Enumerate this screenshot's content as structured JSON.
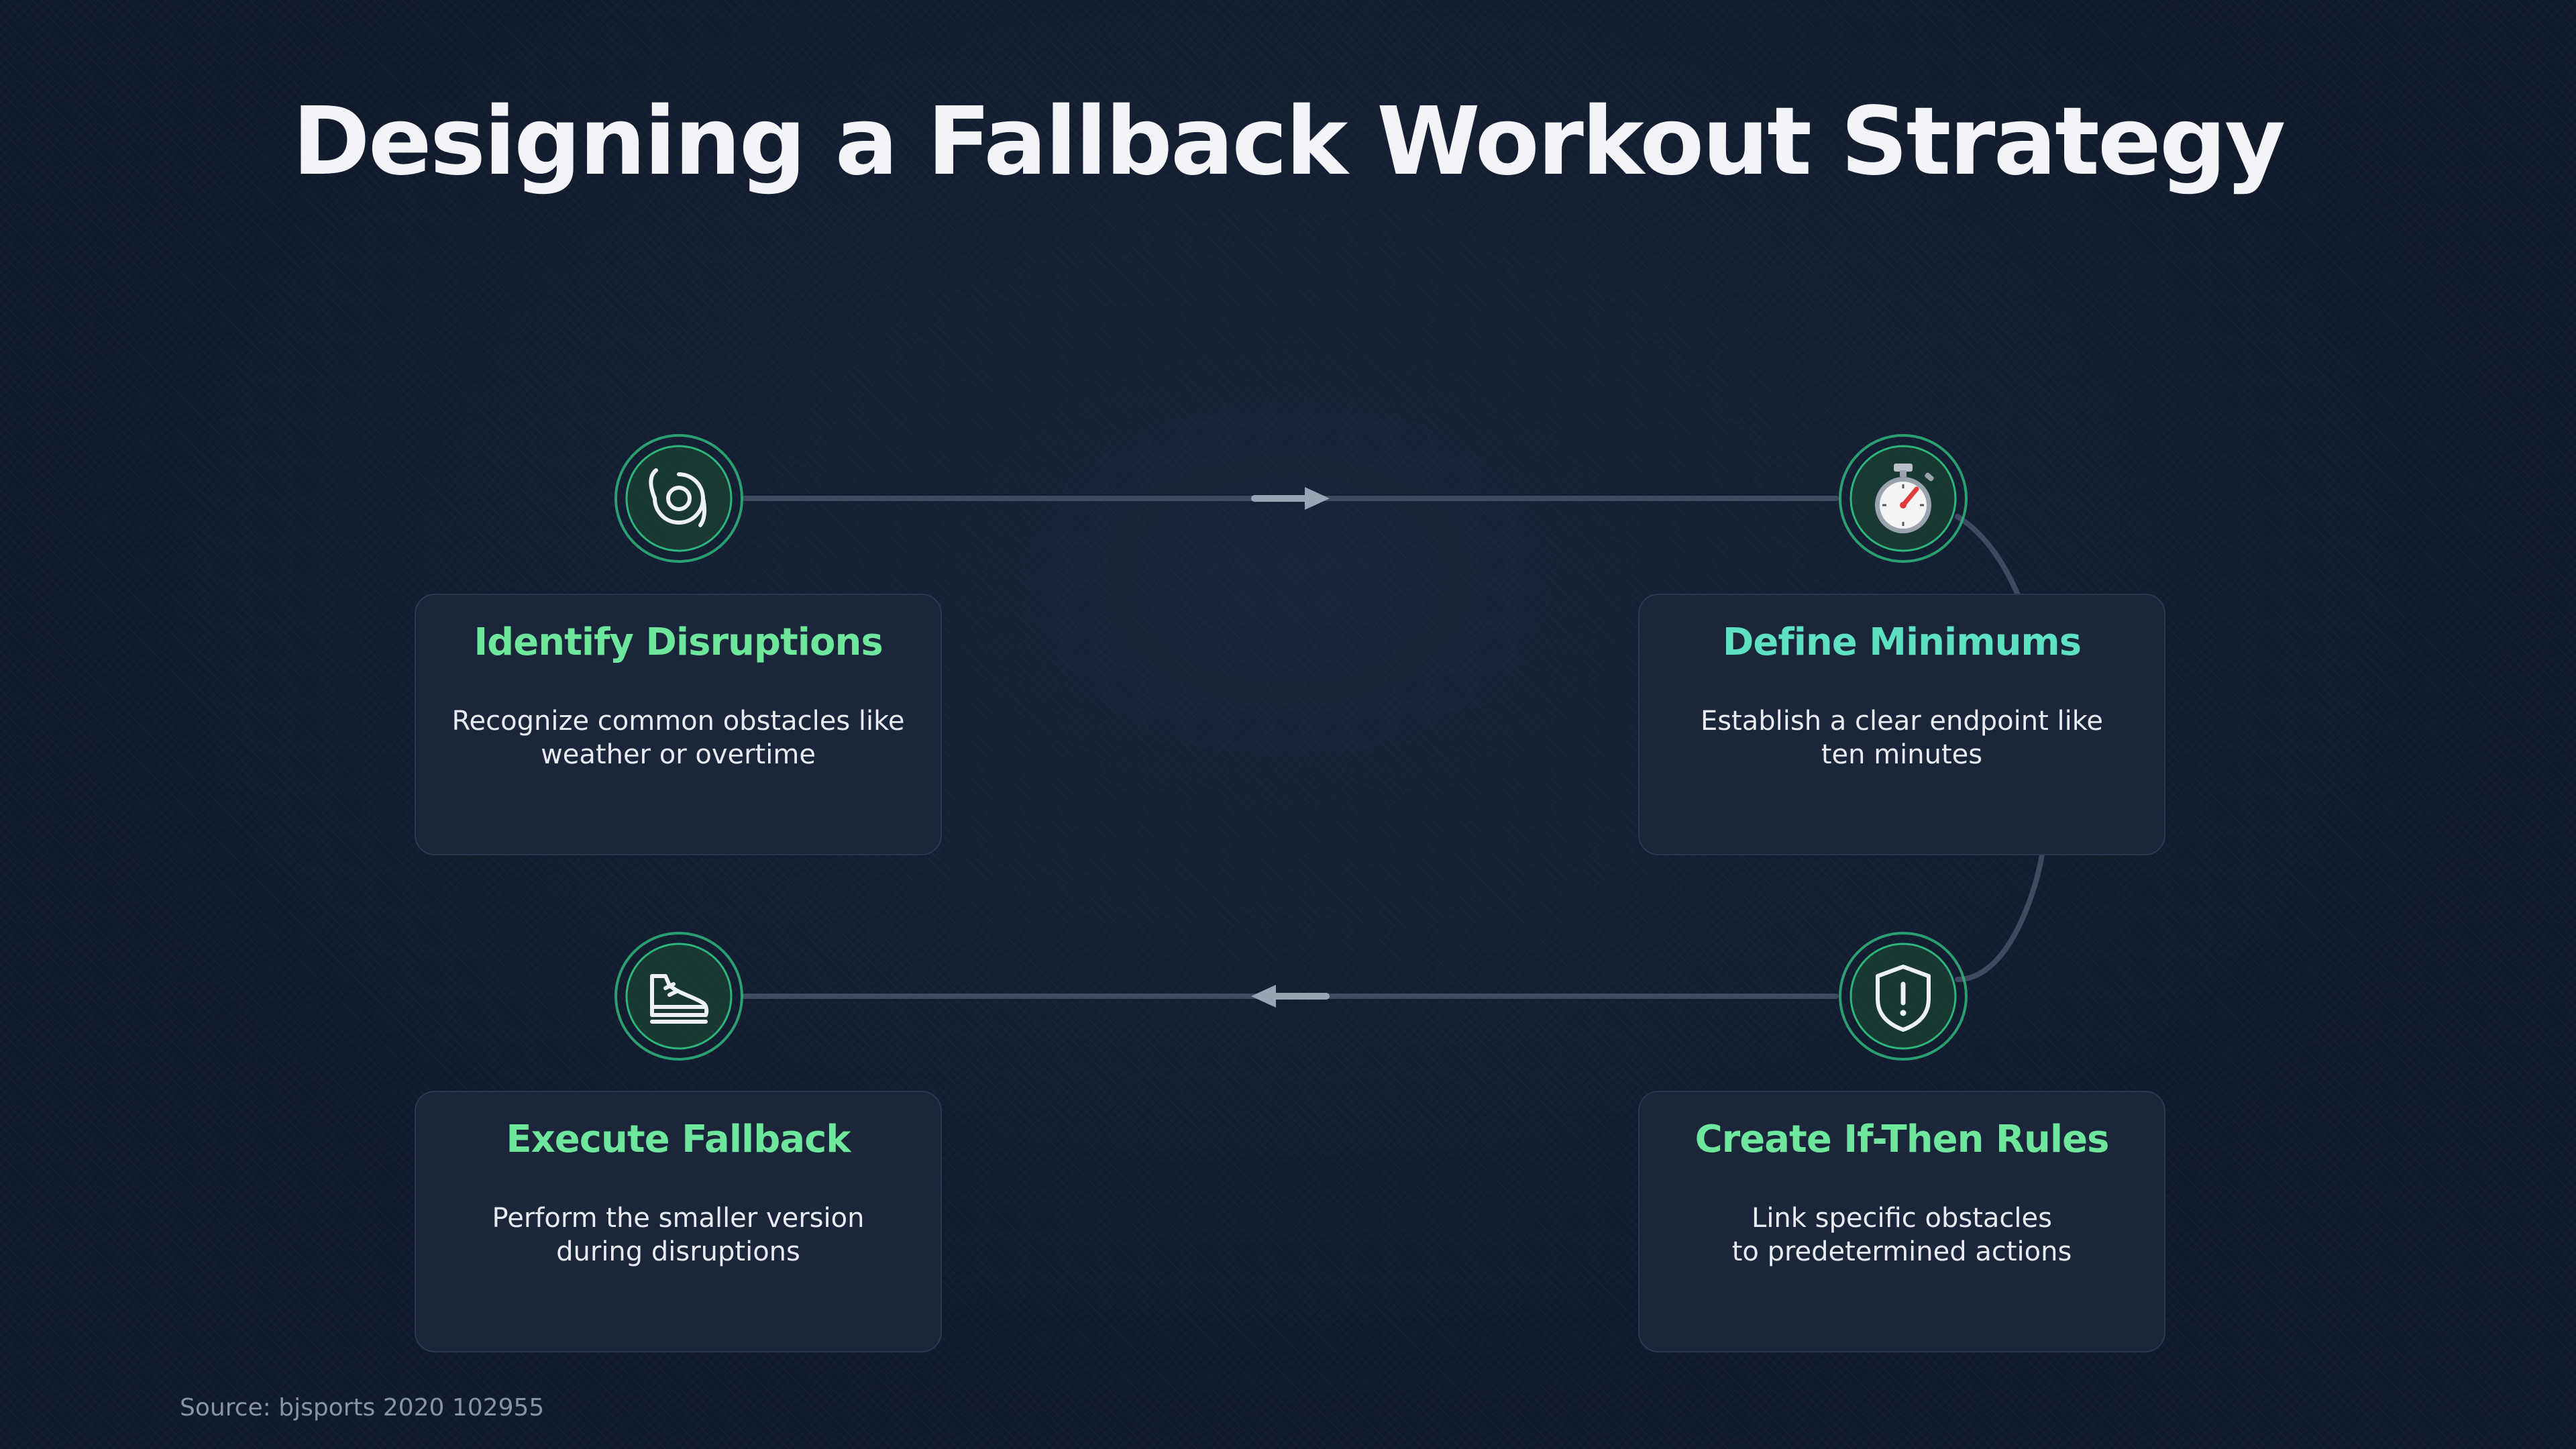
{
  "title": "Designing a Fallback Workout Strategy",
  "steps": [
    {
      "title": "Identify Disruptions",
      "desc_lines": [
        "Recognize common obstacles like",
        "weather or overtime"
      ],
      "icon": "spiral-icon",
      "title_color": "#6ee69b"
    },
    {
      "title": "Define Minimums",
      "desc_lines": [
        "Establish a clear endpoint like",
        "ten minutes"
      ],
      "icon": "stopwatch-icon",
      "title_color": "#5ee0c2"
    },
    {
      "title": "Create If-Then Rules",
      "desc_lines": [
        "Link specific obstacles",
        "to predetermined actions"
      ],
      "icon": "shield-alert-icon",
      "title_color": "#6ee69b"
    },
    {
      "title": "Execute Fallback",
      "desc_lines": [
        "Perform the smaller version",
        "during disruptions"
      ],
      "icon": "sneaker-icon",
      "title_color": "#6ee69b"
    }
  ],
  "colors": {
    "accent_ring": "#2fbf7f",
    "connector": "#3e4a60",
    "arrow": "#9aa4b5"
  },
  "source": "Source: bjsports 2020 102955"
}
